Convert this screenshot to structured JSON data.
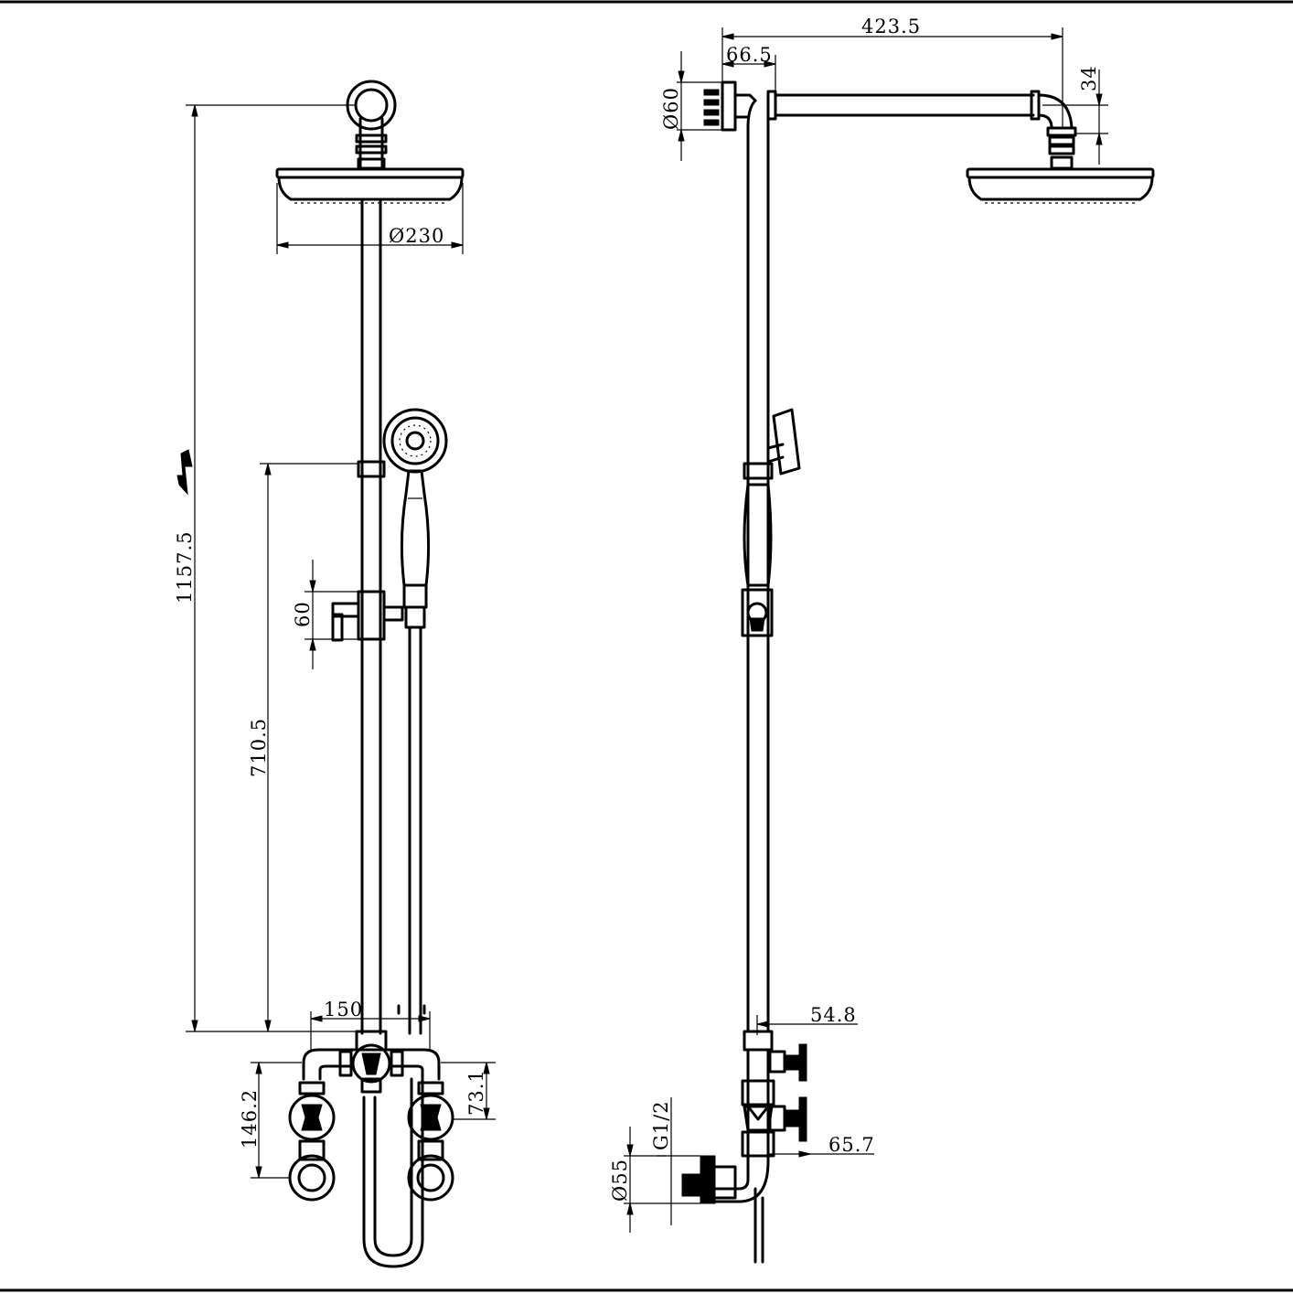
{
  "drawing": {
    "front_view": {
      "rain_head_diameter": "Ø230",
      "total_height": "1157.5",
      "slider_height": "710.5",
      "slider_bracket": "60",
      "inlet_centers": "150",
      "valve_height": "146.2",
      "valve_offset": "73.1"
    },
    "side_view": {
      "arm_length": "423.5",
      "wall_offset": "66.5",
      "wall_flange": "Ø60",
      "head_drop": "34",
      "mixer_projection": "54.8",
      "handle_projection": "65.7",
      "inlet_thread": "G1/2",
      "inlet_flange": "Ø55"
    }
  }
}
